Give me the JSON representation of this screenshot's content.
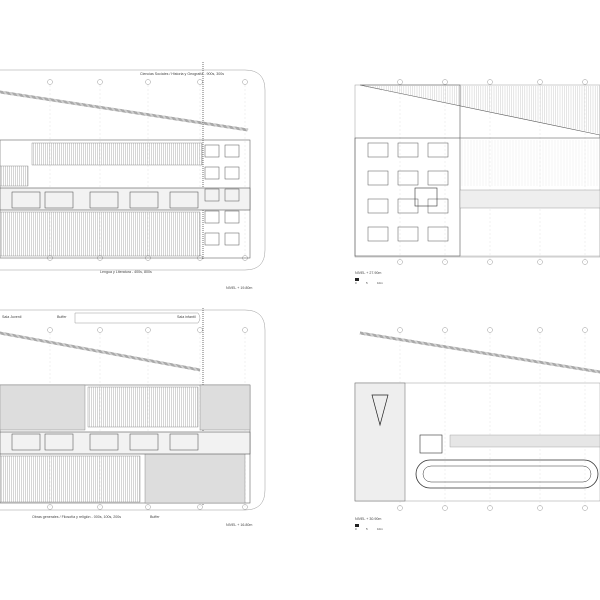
{
  "plans": [
    {
      "id": "plan-top-left",
      "top_label": "Ciencias Sociales / Historia y Geografía - 900s, 300s",
      "bottom_label": "Lengua y Literatura - 400s, 800s",
      "level": "NIVEL + 19.80m"
    },
    {
      "id": "plan-top-right",
      "level": "NIVEL + 27.90m",
      "scale": [
        "0",
        "5",
        "10m"
      ]
    },
    {
      "id": "plan-bottom-left",
      "top_labels": [
        "Sala Juvenil",
        "Buffer",
        "Sala infantil"
      ],
      "bottom_labels": [
        "Obras generales / Filosofía y religión - 000s, 100s, 200s",
        "Buffer"
      ],
      "level": "NIVEL + 16.80m"
    },
    {
      "id": "plan-bottom-right",
      "level": "NIVEL + 30.90m",
      "scale": [
        "0",
        "5",
        "10m"
      ]
    }
  ]
}
